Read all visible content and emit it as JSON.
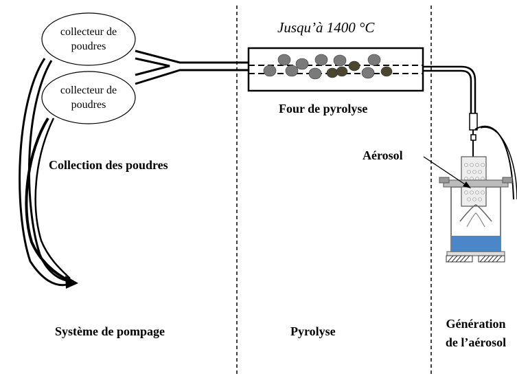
{
  "labels": {
    "temperature": "Jusqu’à 1400 °C",
    "collector_top": "collecteur de poudres",
    "collector_top_l1": "collecteur de",
    "collector_top_l2": "poudres",
    "collector_bottom_l1": "collecteur de",
    "collector_bottom_l2": "poudres",
    "furnace": "Four de pyrolyse",
    "collection": "Collection des poudres",
    "aerosol": "Aérosol",
    "pumping": "Système de pompage",
    "pyrolysis": "Pyrolyse",
    "generation_l1": "Génération",
    "generation_l2": "de l’aérosol"
  },
  "sections": [
    "Système de pompage",
    "Pyrolyse",
    "Génération de l’aérosol"
  ],
  "colors": {
    "particle_gray": "#7a7a7a",
    "particle_dark": "#4a4630",
    "liquid": "#4a86c8",
    "line": "#000000"
  }
}
